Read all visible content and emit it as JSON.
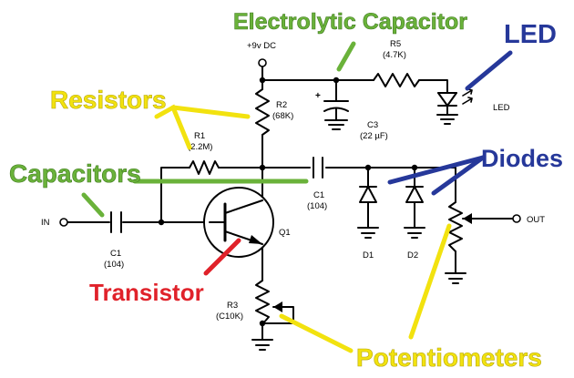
{
  "annotations": {
    "electrolytic_capacitor": {
      "text": "Electrolytic Capacitor",
      "color": "#6ab23a"
    },
    "led": {
      "text": "LED",
      "color": "#26389a"
    },
    "resistors": {
      "text": "Resistors",
      "color": "#f2e20f"
    },
    "capacitors": {
      "text": "Capacitors",
      "color": "#6ab23a"
    },
    "diodes": {
      "text": "Diodes",
      "color": "#26389a"
    },
    "transistor": {
      "text": "Transistor",
      "color": "#e0222a"
    },
    "potentiometers": {
      "text": "Potentiometers",
      "color": "#f2e20f"
    }
  },
  "components": {
    "supply": {
      "label": "+9v DC"
    },
    "r5": {
      "name": "R5",
      "value": "(4.7K)"
    },
    "r2": {
      "name": "R2",
      "value": "(68K)"
    },
    "r1": {
      "name": "R1",
      "value": "(2.2M)"
    },
    "c3": {
      "name": "C3",
      "value": "(22 µF)",
      "plus": "+"
    },
    "c1_out": {
      "name": "C1",
      "value": "(104)"
    },
    "c1_in": {
      "name": "C1",
      "value": "(104)"
    },
    "led": {
      "label": "LED"
    },
    "q1": {
      "name": "Q1"
    },
    "r3": {
      "name": "R3",
      "value": "(C10K)"
    },
    "d1": {
      "name": "D1"
    },
    "d2": {
      "name": "D2"
    },
    "input": {
      "label": "IN"
    },
    "output": {
      "label": "OUT"
    }
  }
}
